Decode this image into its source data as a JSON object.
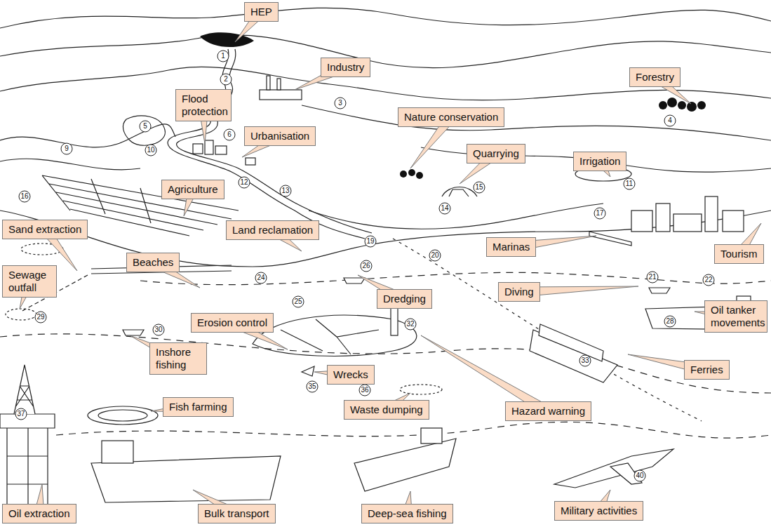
{
  "diagram": {
    "nodes": [
      {
        "text": [
          "HEP"
        ]
      },
      {
        "text": [
          "Industry"
        ]
      },
      {
        "text": [
          "Forestry"
        ]
      },
      {
        "text": [
          "Flood protection"
        ]
      },
      {
        "text": [
          "Urbanisation"
        ]
      },
      {
        "text": [
          "Nature conservation"
        ]
      },
      {
        "text": [
          "Quarrying"
        ]
      },
      {
        "text": [
          "Irrigation"
        ]
      },
      {
        "text": [
          "Agriculture"
        ]
      },
      {
        "text": [
          "Sand extraction"
        ]
      },
      {
        "text": [
          "Land reclamation"
        ]
      },
      {
        "text": [
          "Marinas"
        ]
      },
      {
        "text": [
          "Tourism"
        ]
      },
      {
        "text": [
          "Beaches"
        ]
      },
      {
        "text": [
          "Sewage outfall"
        ]
      },
      {
        "text": [
          "Diving"
        ]
      },
      {
        "text": [
          "Dredging"
        ]
      },
      {
        "text": [
          "Erosion control"
        ]
      },
      {
        "text": [
          "Oil tanker movements"
        ]
      },
      {
        "text": [
          "Inshore fishing"
        ]
      },
      {
        "text": [
          "Wrecks"
        ]
      },
      {
        "text": [
          "Ferries"
        ]
      },
      {
        "text": [
          "Fish farming"
        ]
      },
      {
        "text": [
          "Waste dumping"
        ]
      },
      {
        "text": [
          "Hazard warning"
        ]
      },
      {
        "text": [
          "Oil extraction"
        ]
      },
      {
        "text": [
          "Bulk transport"
        ]
      },
      {
        "text": [
          "Deep-sea fishing"
        ]
      },
      {
        "text": [
          "Military activities"
        ]
      }
    ],
    "labels": [
      "1",
      "2",
      "3",
      "4",
      "5",
      "6",
      "9",
      "10",
      "11",
      "12",
      "13",
      "14",
      "15",
      "16",
      "17",
      "19",
      "20",
      "21",
      "22",
      "24",
      "25",
      "26",
      "28",
      "29",
      "30",
      "32",
      "33",
      "35",
      "36",
      "37",
      "40"
    ]
  }
}
